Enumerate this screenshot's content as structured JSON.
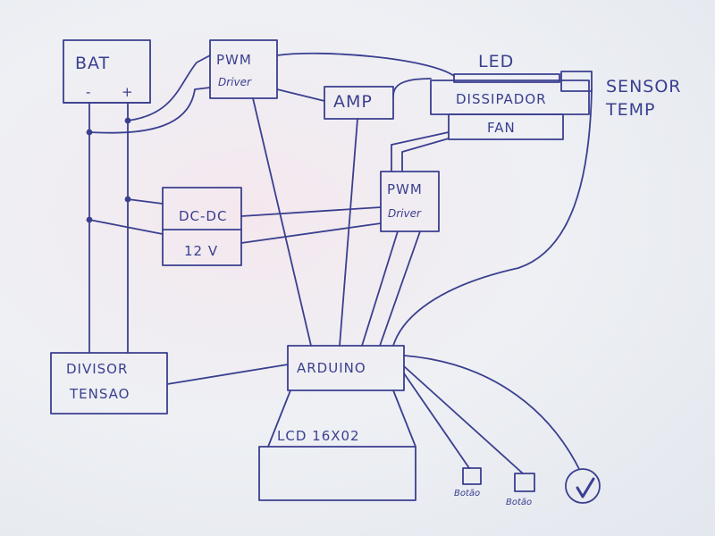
{
  "diagram": {
    "components": {
      "bat": {
        "label": "BAT",
        "neg": "-",
        "pos": "+"
      },
      "pwm_driver_1": {
        "label": "PWM",
        "sub": "Driver"
      },
      "amp": {
        "label": "AMP"
      },
      "led": {
        "label": "LED"
      },
      "dissipador": {
        "label": "DISSIPADOR"
      },
      "fan": {
        "label": "FAN"
      },
      "sensor_temp": {
        "label_line1": "SENSOR",
        "label_line2": "TEMP"
      },
      "pwm_driver_2": {
        "label": "PWM",
        "sub": "Driver"
      },
      "dc_dc": {
        "label": "DC-DC",
        "sub": "12 V"
      },
      "divisor_tensao": {
        "label_line1": "DIVISOR",
        "label_line2": "TENSAO"
      },
      "arduino": {
        "label": "ARDUINO"
      },
      "lcd": {
        "label": "LCD 16X02"
      },
      "botao_1": {
        "label": "Botão"
      },
      "botao_2": {
        "label": "Botão"
      },
      "potentiometer": {
        "label": ""
      }
    },
    "ink_color": "#3a3f8f"
  }
}
